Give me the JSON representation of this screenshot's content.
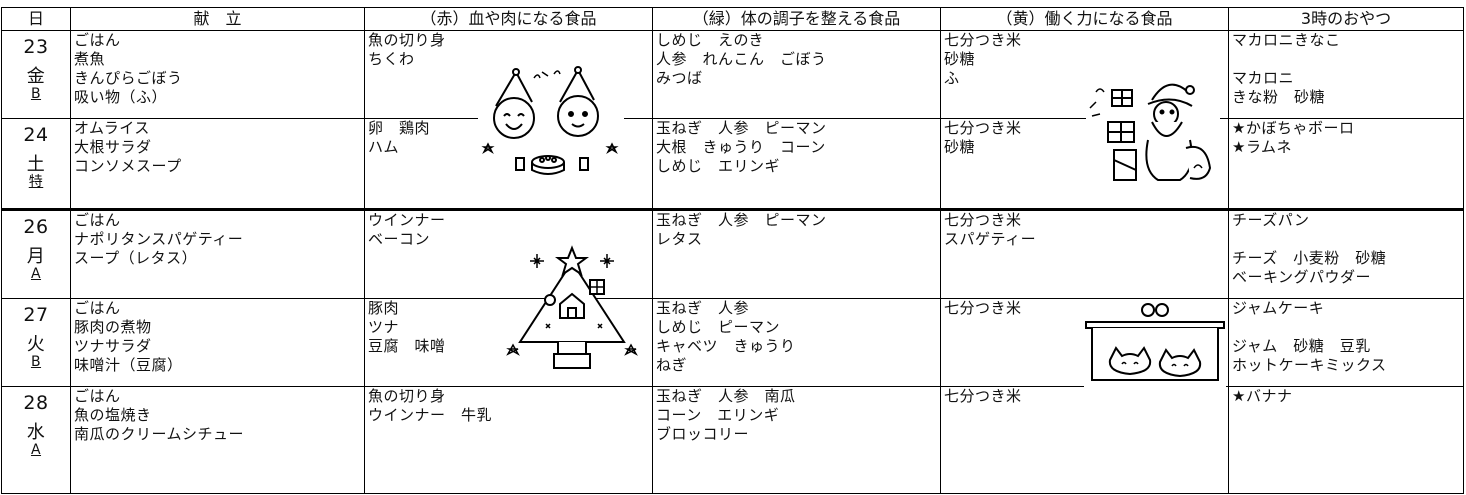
{
  "header": {
    "col_day": "日",
    "col_menu": "献　立",
    "col_red": "（赤）血や肉になる食品",
    "col_green": "（緑）体の調子を整える食品",
    "col_yellow": "（黄）働く力になる食品",
    "col_snack": "3時のおやつ"
  },
  "days": [
    {
      "num": "23",
      "weekday": "金",
      "type": "B",
      "menu": [
        "ごはん",
        "煮魚",
        "きんぴらごぼう",
        "吸い物（ふ）"
      ],
      "red": [
        "魚の切り身",
        "ちくわ"
      ],
      "green": [
        "しめじ　えのき",
        "人参　れんこん　ごぼう",
        "みつば"
      ],
      "yellow": [
        "七分つき米",
        "砂糖",
        "ふ"
      ],
      "snack": [
        "マカロニきなこ",
        "",
        "マカロニ",
        "きな粉　砂糖"
      ]
    },
    {
      "num": "24",
      "weekday": "土",
      "type": "特",
      "menu": [
        "オムライス",
        "大根サラダ",
        "コンソメスープ"
      ],
      "red": [
        "卵　鶏肉",
        "ハム"
      ],
      "green": [
        "玉ねぎ　人参　ピーマン",
        "大根　きゅうり　コーン",
        "しめじ　エリンギ"
      ],
      "yellow": [
        "七分つき米",
        "砂糖"
      ],
      "snack": [
        "★かぼちゃボーロ",
        "★ラムネ"
      ]
    },
    {
      "num": "26",
      "weekday": "月",
      "type": "A",
      "menu": [
        "ごはん",
        "ナポリタンスパゲティー",
        "スープ（レタス）"
      ],
      "red": [
        "ウインナー",
        "ベーコン"
      ],
      "green": [
        "玉ねぎ　人参　ピーマン",
        "レタス"
      ],
      "yellow": [
        "七分つき米",
        "スパゲティー"
      ],
      "snack": [
        "チーズパン",
        "",
        "チーズ　小麦粉　砂糖",
        "ベーキングパウダー"
      ]
    },
    {
      "num": "27",
      "weekday": "火",
      "type": "B",
      "menu": [
        "ごはん",
        "豚肉の煮物",
        "ツナサラダ",
        "味噌汁（豆腐）"
      ],
      "red": [
        "豚肉",
        "ツナ",
        "豆腐　味噌"
      ],
      "green": [
        "玉ねぎ　人参",
        "しめじ　ピーマン",
        "キャベツ　きゅうり",
        "ねぎ"
      ],
      "yellow": [
        "七分つき米"
      ],
      "snack": [
        "ジャムケーキ",
        "",
        "ジャム　砂糖　豆乳",
        "ホットケーキミックス"
      ]
    },
    {
      "num": "28",
      "weekday": "水",
      "type": "A",
      "menu": [
        "ごはん",
        "魚の塩焼き",
        "南瓜のクリームシチュー"
      ],
      "red": [
        "魚の切り身",
        "ウインナー　牛乳"
      ],
      "green": [
        "玉ねぎ　人参　南瓜",
        "コーン　エリンギ",
        "ブロッコリー"
      ],
      "yellow": [
        "七分つき米"
      ],
      "snack": [
        "★バナナ"
      ]
    }
  ]
}
